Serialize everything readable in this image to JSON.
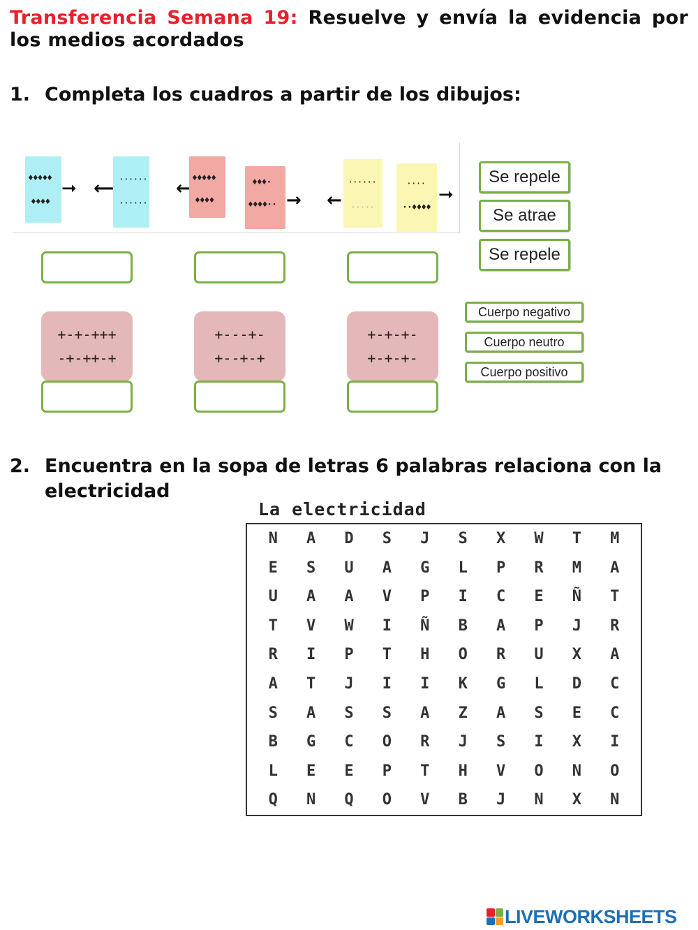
{
  "header": {
    "red_part": "Transferencia Semana 19:",
    "rest": " Resuelve y envía la evidencia por los medios acordados"
  },
  "question1": {
    "number": "1.",
    "text": "Completa los cuadros a partir de los dibujos:"
  },
  "charge_boxes": [
    {
      "line1": "+-+-+++",
      "line2": "-+-++-+"
    },
    {
      "line1": "+---+-",
      "line2": "+--+-+"
    },
    {
      "line1": "+-+-+-",
      "line2": "+-+-+-"
    }
  ],
  "options_interaction": [
    "Se repele",
    "Se atrae",
    "Se repele"
  ],
  "options_body": [
    "Cuerpo negativo",
    "Cuerpo neutro",
    "Cuerpo positivo"
  ],
  "question2": {
    "number": "2.",
    "line1": "Encuentra en la sopa de letras 6 palabras relaciona con la",
    "line2": "electricidad"
  },
  "word_search": {
    "title": "La electricidad",
    "rows": [
      [
        "N",
        "A",
        "D",
        "S",
        "J",
        "S",
        "X",
        "W",
        "T",
        "M"
      ],
      [
        "E",
        "S",
        "U",
        "A",
        "G",
        "L",
        "P",
        "R",
        "M",
        "A"
      ],
      [
        "U",
        "A",
        "A",
        "V",
        "P",
        "I",
        "C",
        "E",
        "Ñ",
        "T"
      ],
      [
        "T",
        "V",
        "W",
        "I",
        "Ñ",
        "B",
        "A",
        "P",
        "J",
        "R"
      ],
      [
        "R",
        "I",
        "P",
        "T",
        "H",
        "O",
        "R",
        "U",
        "X",
        "A"
      ],
      [
        "A",
        "T",
        "J",
        "I",
        "I",
        "K",
        "G",
        "L",
        "D",
        "C"
      ],
      [
        "S",
        "A",
        "S",
        "S",
        "A",
        "Z",
        "A",
        "S",
        "E",
        "C"
      ],
      [
        "B",
        "G",
        "C",
        "O",
        "R",
        "J",
        "S",
        "I",
        "X",
        "I"
      ],
      [
        "L",
        "E",
        "E",
        "P",
        "T",
        "H",
        "V",
        "O",
        "N",
        "O"
      ],
      [
        "Q",
        "N",
        "Q",
        "O",
        "V",
        "B",
        "J",
        "N",
        "X",
        "N"
      ]
    ]
  },
  "brand": {
    "text": "LIVEWORKSHEETS"
  },
  "colors": {
    "red": "#e8202a",
    "green_border": "#7aaf45",
    "pink": "#e4b8b8",
    "cyan": "#aeeff5",
    "salmon": "#f2a8a3",
    "yellow": "#fbf6b4",
    "brand_blue": "#1e6fb5"
  }
}
